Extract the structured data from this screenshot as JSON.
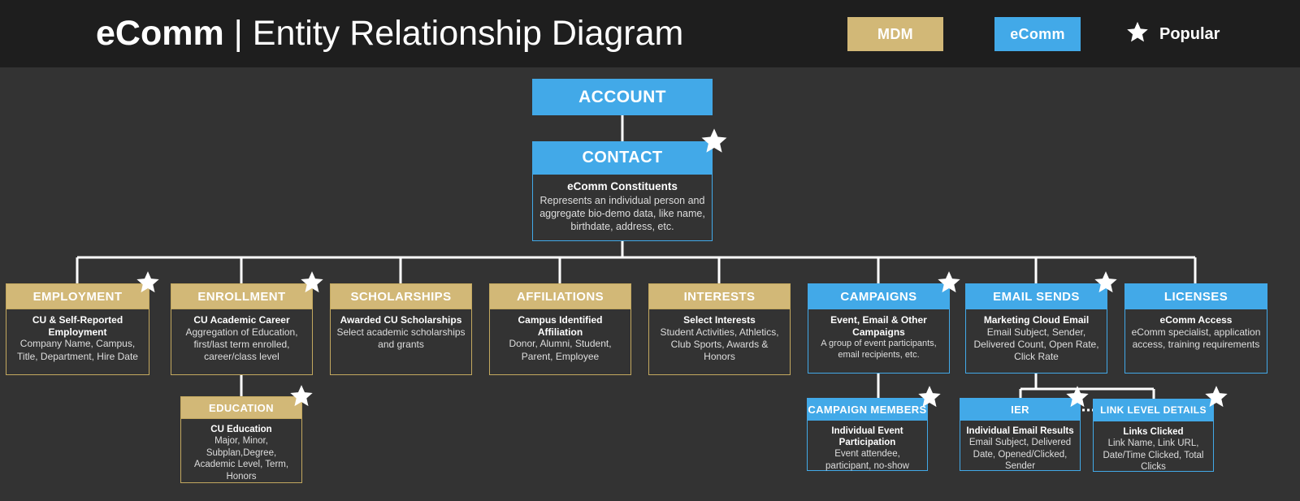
{
  "header": {
    "title_strong": "eComm",
    "title_rest": " | Entity Relationship Diagram",
    "legend": {
      "mdm_label": "MDM",
      "ecomm_label": "eComm",
      "popular_label": "Popular",
      "mdm_color": "#d2b877",
      "ecomm_color": "#42a9e8",
      "star_color": "#ffffff"
    }
  },
  "canvas": {
    "background": "#333333",
    "header_background": "#1e1e1e"
  },
  "entities": {
    "account": {
      "name": "ACCOUNT",
      "theme": "eComm",
      "popular": false,
      "subtitle": "",
      "description": ""
    },
    "contact": {
      "name": "CONTACT",
      "theme": "eComm",
      "popular": true,
      "subtitle": "eComm Constituents",
      "description": "Represents an individual person and aggregate bio-demo data, like name, birthdate, address, etc."
    },
    "employment": {
      "name": "EMPLOYMENT",
      "theme": "MDM",
      "popular": true,
      "subtitle": "CU & Self-Reported Employment",
      "description": "Company Name, Campus, Title, Department, Hire Date"
    },
    "enrollment": {
      "name": "ENROLLMENT",
      "theme": "MDM",
      "popular": true,
      "subtitle": "CU Academic Career",
      "description": "Aggregation of Education, first/last term enrolled, career/class level"
    },
    "scholarships": {
      "name": "SCHOLARSHIPS",
      "theme": "MDM",
      "popular": false,
      "subtitle": "Awarded CU Scholarships",
      "description": "Select academic scholarships and grants"
    },
    "affiliations": {
      "name": "AFFILIATIONS",
      "theme": "MDM",
      "popular": false,
      "subtitle": "Campus Identified Affiliation",
      "description": "Donor, Alumni, Student, Parent, Employee"
    },
    "interests": {
      "name": "INTERESTS",
      "theme": "MDM",
      "popular": false,
      "subtitle": "Select Interests",
      "description": "Student Activities, Athletics, Club Sports, Awards & Honors"
    },
    "campaigns": {
      "name": "CAMPAIGNS",
      "theme": "eComm",
      "popular": true,
      "subtitle": "Event, Email & Other Campaigns",
      "description": "A group of event participants, email recipients, etc."
    },
    "email_sends": {
      "name": "EMAIL SENDS",
      "theme": "eComm",
      "popular": true,
      "subtitle": "Marketing Cloud Email",
      "description": "Email Subject, Sender, Delivered Count, Open Rate, Click Rate"
    },
    "licenses": {
      "name": "LICENSES",
      "theme": "eComm",
      "popular": false,
      "subtitle": "eComm Access",
      "description": "eComm specialist, application access, training requirements"
    },
    "education": {
      "name": "EDUCATION",
      "theme": "MDM",
      "popular": true,
      "subtitle": "CU Education",
      "description": "Major, Minor, Subplan,Degree, Academic Level, Term, Honors"
    },
    "campaign_members": {
      "name": "CAMPAIGN MEMBERS",
      "theme": "eComm",
      "popular": true,
      "subtitle": "Individual Event Participation",
      "description": "Event attendee, participant, no-show"
    },
    "ier": {
      "name": "IER",
      "theme": "eComm",
      "popular": true,
      "subtitle": "Individual Email Results",
      "description": "Email Subject, Delivered Date, Opened/Clicked, Sender"
    },
    "link_level_details": {
      "name": "LINK LEVEL DETAILS",
      "theme": "eComm",
      "popular": true,
      "subtitle": "Links Clicked",
      "description": "Link Name, Link URL, Date/Time Clicked, Total Clicks"
    }
  },
  "icons": {
    "star": "star-icon"
  }
}
